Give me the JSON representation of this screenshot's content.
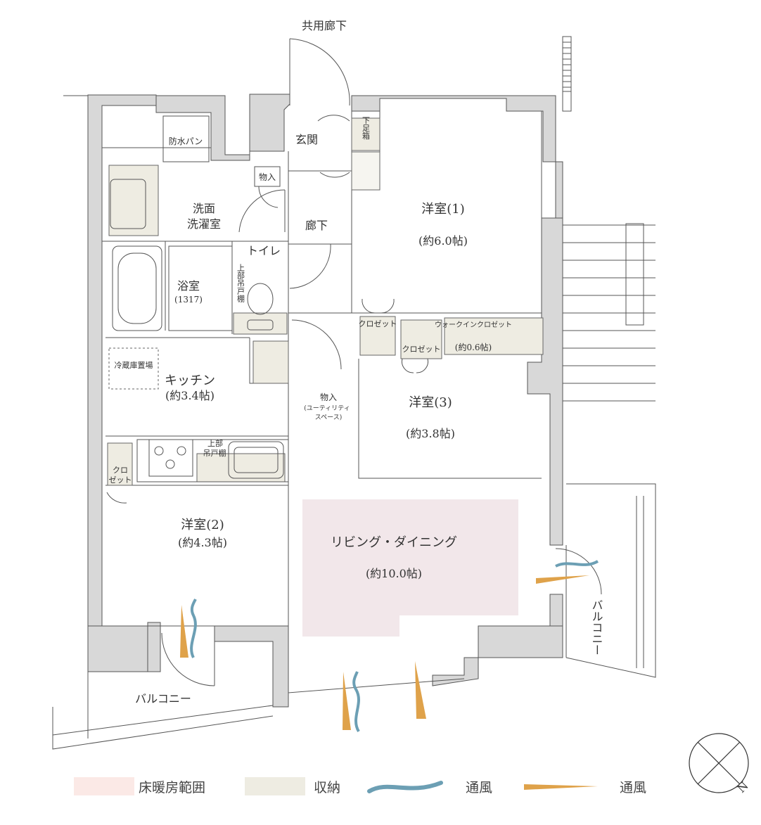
{
  "labels": {
    "corridor_common": "共用廊下",
    "entrance": "玄関",
    "shoe_box": "下足箱",
    "waterproof_pan": "防水パン",
    "storage_small": "物入",
    "washroom_1": "洗面",
    "washroom_2": "洗濯室",
    "hallway": "廊下",
    "toilet": "トイレ",
    "upper_cabinet_v": "上部吊戸棚",
    "bathroom": "浴室",
    "bath_size": "(1317)",
    "room1_name": "洋室(1)",
    "room1_size": "(約6.0帖)",
    "closet_a": "クロゼット",
    "closet_b": "クロゼット",
    "wic_name": "ウォークインクロゼット",
    "wic_size": "(約0.6帖)",
    "fridge": "冷蔵庫置場",
    "kitchen_name": "キッチン",
    "kitchen_size": "(約3.4帖)",
    "utility_1": "物入",
    "utility_2": "(ユーティリティ",
    "utility_3": "スペース)",
    "room3_name": "洋室(3)",
    "room3_size": "(約3.8帖)",
    "upper_cabinet_1": "上部",
    "upper_cabinet_2": "吊戸棚",
    "closet_c1": "クロ",
    "closet_c2": "ゼット",
    "room2_name": "洋室(2)",
    "room2_size": "(約4.3帖)",
    "living_name": "リビング・ダイニング",
    "living_size": "(約10.0帖)",
    "balcony_bottom": "バルコニー",
    "balcony_right": "バルコニー",
    "compass": "N"
  },
  "legend": {
    "floor_heating": "床暖房範囲",
    "storage": "収納",
    "ventilation_1": "通風",
    "ventilation_2": "通風"
  },
  "colors": {
    "floor_heating": "#f2e7ea",
    "floor_heating_legend": "#fbe9e6",
    "storage": "#eeece2",
    "wall": "#d8d8d8",
    "ventilation_blue": "#6c9fb4",
    "ventilation_orange": "#dfa24a"
  },
  "icons": {
    "ventilation_wave": "wave-icon",
    "ventilation_cone": "cone-icon",
    "compass": "compass-icon"
  }
}
